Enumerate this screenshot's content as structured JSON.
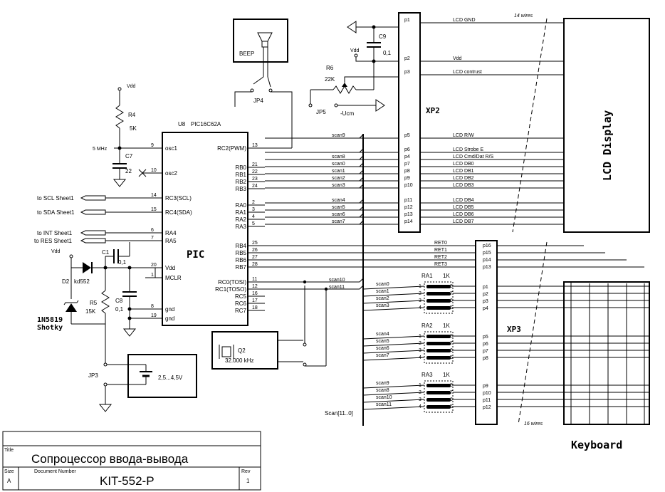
{
  "title_block": {
    "title_label": "Title",
    "title": "Сопроцессор ввода-вывода",
    "size_label": "Size",
    "size": "A",
    "docnum_label": "Document Number",
    "docnum": "KIT-552-P",
    "rev_label": "Rev",
    "rev": "1"
  },
  "mcu": {
    "ref": "U8",
    "part": "PIC16C62A",
    "name": "PIC",
    "left_pins": [
      {
        "num": "9",
        "name": "osc1"
      },
      {
        "num": "10",
        "name": "osc2"
      },
      {
        "num": "14",
        "name": "RC3(SCL)"
      },
      {
        "num": "15",
        "name": "RC4(SDA)"
      },
      {
        "num": "6",
        "name": "RA4"
      },
      {
        "num": "7",
        "name": "RA5"
      },
      {
        "num": "20",
        "name": "Vdd"
      },
      {
        "num": "1",
        "name": "MCLR"
      },
      {
        "num": "8",
        "name": "gnd"
      },
      {
        "num": "19",
        "name": "gnd"
      }
    ],
    "right_pins": [
      {
        "num": "13",
        "name": "RC2(PWM)"
      },
      {
        "num": "21",
        "name": "RB0"
      },
      {
        "num": "22",
        "name": "RB1"
      },
      {
        "num": "23",
        "name": "RB2"
      },
      {
        "num": "24",
        "name": "RB3"
      },
      {
        "num": "2",
        "name": "RA0"
      },
      {
        "num": "3",
        "name": "RA1"
      },
      {
        "num": "4",
        "name": "RA2"
      },
      {
        "num": "5",
        "name": "RA3"
      },
      {
        "num": "25",
        "name": "RB4"
      },
      {
        "num": "26",
        "name": "RB5"
      },
      {
        "num": "27",
        "name": "RB6"
      },
      {
        "num": "28",
        "name": "RB7"
      },
      {
        "num": "11",
        "name": "RC0(TOSI)"
      },
      {
        "num": "12",
        "name": "RC1(TOSO)"
      },
      {
        "num": "16",
        "name": "RC5"
      },
      {
        "num": "17",
        "name": "RC6"
      },
      {
        "num": "18",
        "name": "RC7"
      }
    ]
  },
  "offsheet": [
    "to SCL Sheet1",
    "to SDA Sheet1",
    "to INT Sheet1",
    "to RES Sheet1"
  ],
  "parts": {
    "vdd": "Vdd",
    "r4": "R4",
    "r4_val": "5K",
    "c7": "C7",
    "c7_val": "22",
    "freq": "5 MHz",
    "c1": "C1",
    "c1_val": "0,1",
    "d2": "D2",
    "d2_part": "kd552",
    "d_schottky": "1N5819",
    "d_schottky2": "Shotky",
    "r5": "R5",
    "r5_val": "15K",
    "c8": "C8",
    "c8_val": "0,1",
    "jp3": "JP3",
    "batt": "2,5...4,5V",
    "q2": "Q2",
    "q2_val": "32.000 kHz",
    "beep": "BEEP",
    "jp4": "JP4",
    "c9": "C9",
    "c9_val": "0,1",
    "r6": "R6",
    "r6_val": "22K",
    "jp5": "JP5",
    "ucm": "-Ucm",
    "xp2": "XP2",
    "xp3": "XP3",
    "lcd": "LCD Display",
    "keyboard": "Keyboard",
    "wires14": "14 wires",
    "wires16": "16 wires",
    "bus": "Scan[11..0]",
    "ra1": "RA1",
    "ra2": "RA2",
    "ra3": "RA3",
    "ra_val": "1K"
  },
  "lcd_rows": [
    {
      "pin": "p1",
      "sig": "LCD  GND",
      "scan": ""
    },
    {
      "pin": "p2",
      "sig": "Vdd",
      "scan": ""
    },
    {
      "pin": "p3",
      "sig": "LCD  contrust",
      "scan": ""
    },
    {
      "pin": "p5",
      "sig": "LCD  R/W",
      "scan": "scan9"
    },
    {
      "pin": "p6",
      "sig": "LCD  Strobe E",
      "scan": ""
    },
    {
      "pin": "p4",
      "sig": "LCD  Cmd/Dat  R/S",
      "scan": "scan8"
    },
    {
      "pin": "p7",
      "sig": "LCD  DB0",
      "scan": "scan0"
    },
    {
      "pin": "p8",
      "sig": "LCD  DB1",
      "scan": "scan1"
    },
    {
      "pin": "p9",
      "sig": "LCD  DB2",
      "scan": "scan2"
    },
    {
      "pin": "p10",
      "sig": "LCD  DB3",
      "scan": "scan3"
    },
    {
      "pin": "p11",
      "sig": "LCD  DB4",
      "scan": "scan4"
    },
    {
      "pin": "p12",
      "sig": "LCD  DB5",
      "scan": "scan5"
    },
    {
      "pin": "p13",
      "sig": "LCD  DB6",
      "scan": "scan6"
    },
    {
      "pin": "p14",
      "sig": "LCD  DB7",
      "scan": "scan7"
    }
  ],
  "ret_rows": [
    {
      "pin": "p16",
      "sig": "RET0"
    },
    {
      "pin": "p15",
      "sig": "RET1"
    },
    {
      "pin": "p14",
      "sig": "RET2"
    },
    {
      "pin": "p13",
      "sig": "RET3"
    }
  ],
  "scan_extra": [
    "scan10",
    "scan11"
  ],
  "ra_groups": [
    {
      "scans": [
        "scan0",
        "scan1",
        "scan2",
        "scan3"
      ],
      "pins": [
        "p1",
        "p2",
        "p3",
        "p4"
      ]
    },
    {
      "scans": [
        "scan4",
        "scan5",
        "scan6",
        "scan7"
      ],
      "pins": [
        "p5",
        "p6",
        "p7",
        "p8"
      ]
    },
    {
      "scans": [
        "scan9",
        "scan8",
        "scan10",
        "scan11"
      ],
      "pins": [
        "p9",
        "p10",
        "p11",
        "p12"
      ]
    }
  ],
  "ra_left_nums": [
    "1",
    "2",
    "3",
    "4"
  ],
  "ra_right_nums": [
    "8",
    "7",
    "6",
    "5"
  ]
}
